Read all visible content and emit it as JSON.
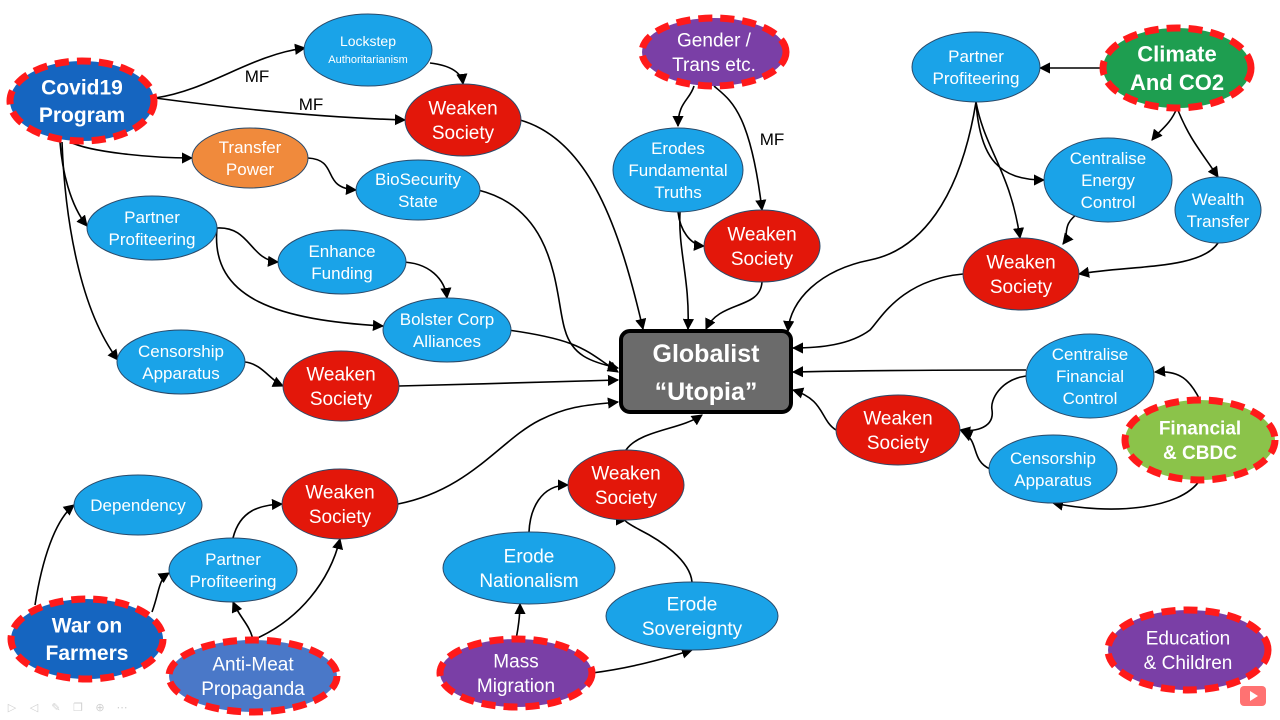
{
  "colors": {
    "blue": "#1aa3e8",
    "dark_blue": "#1565c0",
    "red": "#e3170a",
    "orange": "#f08a3c",
    "purple": "#7a3fa6",
    "green": "#1e9e50",
    "light_green": "#8bc34a",
    "mid_blue": "#4a78c8",
    "gray": "#6b6b6b",
    "dash_red": "#ff1a1a"
  },
  "center": {
    "line1": "Globalist",
    "line2": "“Utopia”"
  },
  "nodes": [
    {
      "id": "covid",
      "lines": [
        "Covid19",
        "Program"
      ]
    },
    {
      "id": "lockstep",
      "lines": [
        "Lockstep",
        "Authoritarianism"
      ]
    },
    {
      "id": "weaken1",
      "lines": [
        "Weaken",
        "Society"
      ]
    },
    {
      "id": "transfer",
      "lines": [
        "Transfer",
        "Power"
      ]
    },
    {
      "id": "biosec",
      "lines": [
        "BioSecurity",
        "State"
      ]
    },
    {
      "id": "partner1",
      "lines": [
        "Partner",
        "Profiteering"
      ]
    },
    {
      "id": "enhance",
      "lines": [
        "Enhance",
        "Funding"
      ]
    },
    {
      "id": "bolster",
      "lines": [
        "Bolster Corp",
        "Alliances"
      ]
    },
    {
      "id": "censor1",
      "lines": [
        "Censorship",
        "Apparatus"
      ]
    },
    {
      "id": "weaken2",
      "lines": [
        "Weaken",
        "Society"
      ]
    },
    {
      "id": "gender",
      "lines": [
        "Gender /",
        "Trans etc."
      ]
    },
    {
      "id": "erodes",
      "lines": [
        "Erodes",
        "Fundamental",
        "Truths"
      ]
    },
    {
      "id": "weaken3",
      "lines": [
        "Weaken",
        "Society"
      ]
    },
    {
      "id": "partner2",
      "lines": [
        "Partner",
        "Profiteering"
      ]
    },
    {
      "id": "climate",
      "lines": [
        "Climate",
        "And CO2"
      ]
    },
    {
      "id": "energy",
      "lines": [
        "Centralise",
        "Energy",
        "Control"
      ]
    },
    {
      "id": "wealth",
      "lines": [
        "Wealth",
        "Transfer"
      ]
    },
    {
      "id": "weaken4",
      "lines": [
        "Weaken",
        "Society"
      ]
    },
    {
      "id": "finctrl",
      "lines": [
        "Centralise",
        "Financial",
        "Control"
      ]
    },
    {
      "id": "weaken5",
      "lines": [
        "Weaken",
        "Society"
      ]
    },
    {
      "id": "cbdc",
      "lines": [
        "Financial",
        "& CBDC"
      ]
    },
    {
      "id": "censor2",
      "lines": [
        "Censorship",
        "Apparatus"
      ]
    },
    {
      "id": "dependency",
      "lines": [
        "Dependency"
      ]
    },
    {
      "id": "weaken6",
      "lines": [
        "Weaken",
        "Society"
      ]
    },
    {
      "id": "partner3",
      "lines": [
        "Partner",
        "Profiteering"
      ]
    },
    {
      "id": "farmers",
      "lines": [
        "War on",
        "Farmers"
      ]
    },
    {
      "id": "antimeat",
      "lines": [
        "Anti-Meat",
        "Propaganda"
      ]
    },
    {
      "id": "weaken7",
      "lines": [
        "Weaken",
        "Society"
      ]
    },
    {
      "id": "nationalism",
      "lines": [
        "Erode",
        "Nationalism"
      ]
    },
    {
      "id": "sovereignty",
      "lines": [
        "Erode",
        "Sovereignty"
      ]
    },
    {
      "id": "migration",
      "lines": [
        "Mass",
        "Migration"
      ]
    },
    {
      "id": "education",
      "lines": [
        "Education",
        "& Children"
      ]
    }
  ],
  "edge_labels": [
    "MF",
    "MF",
    "MF"
  ]
}
